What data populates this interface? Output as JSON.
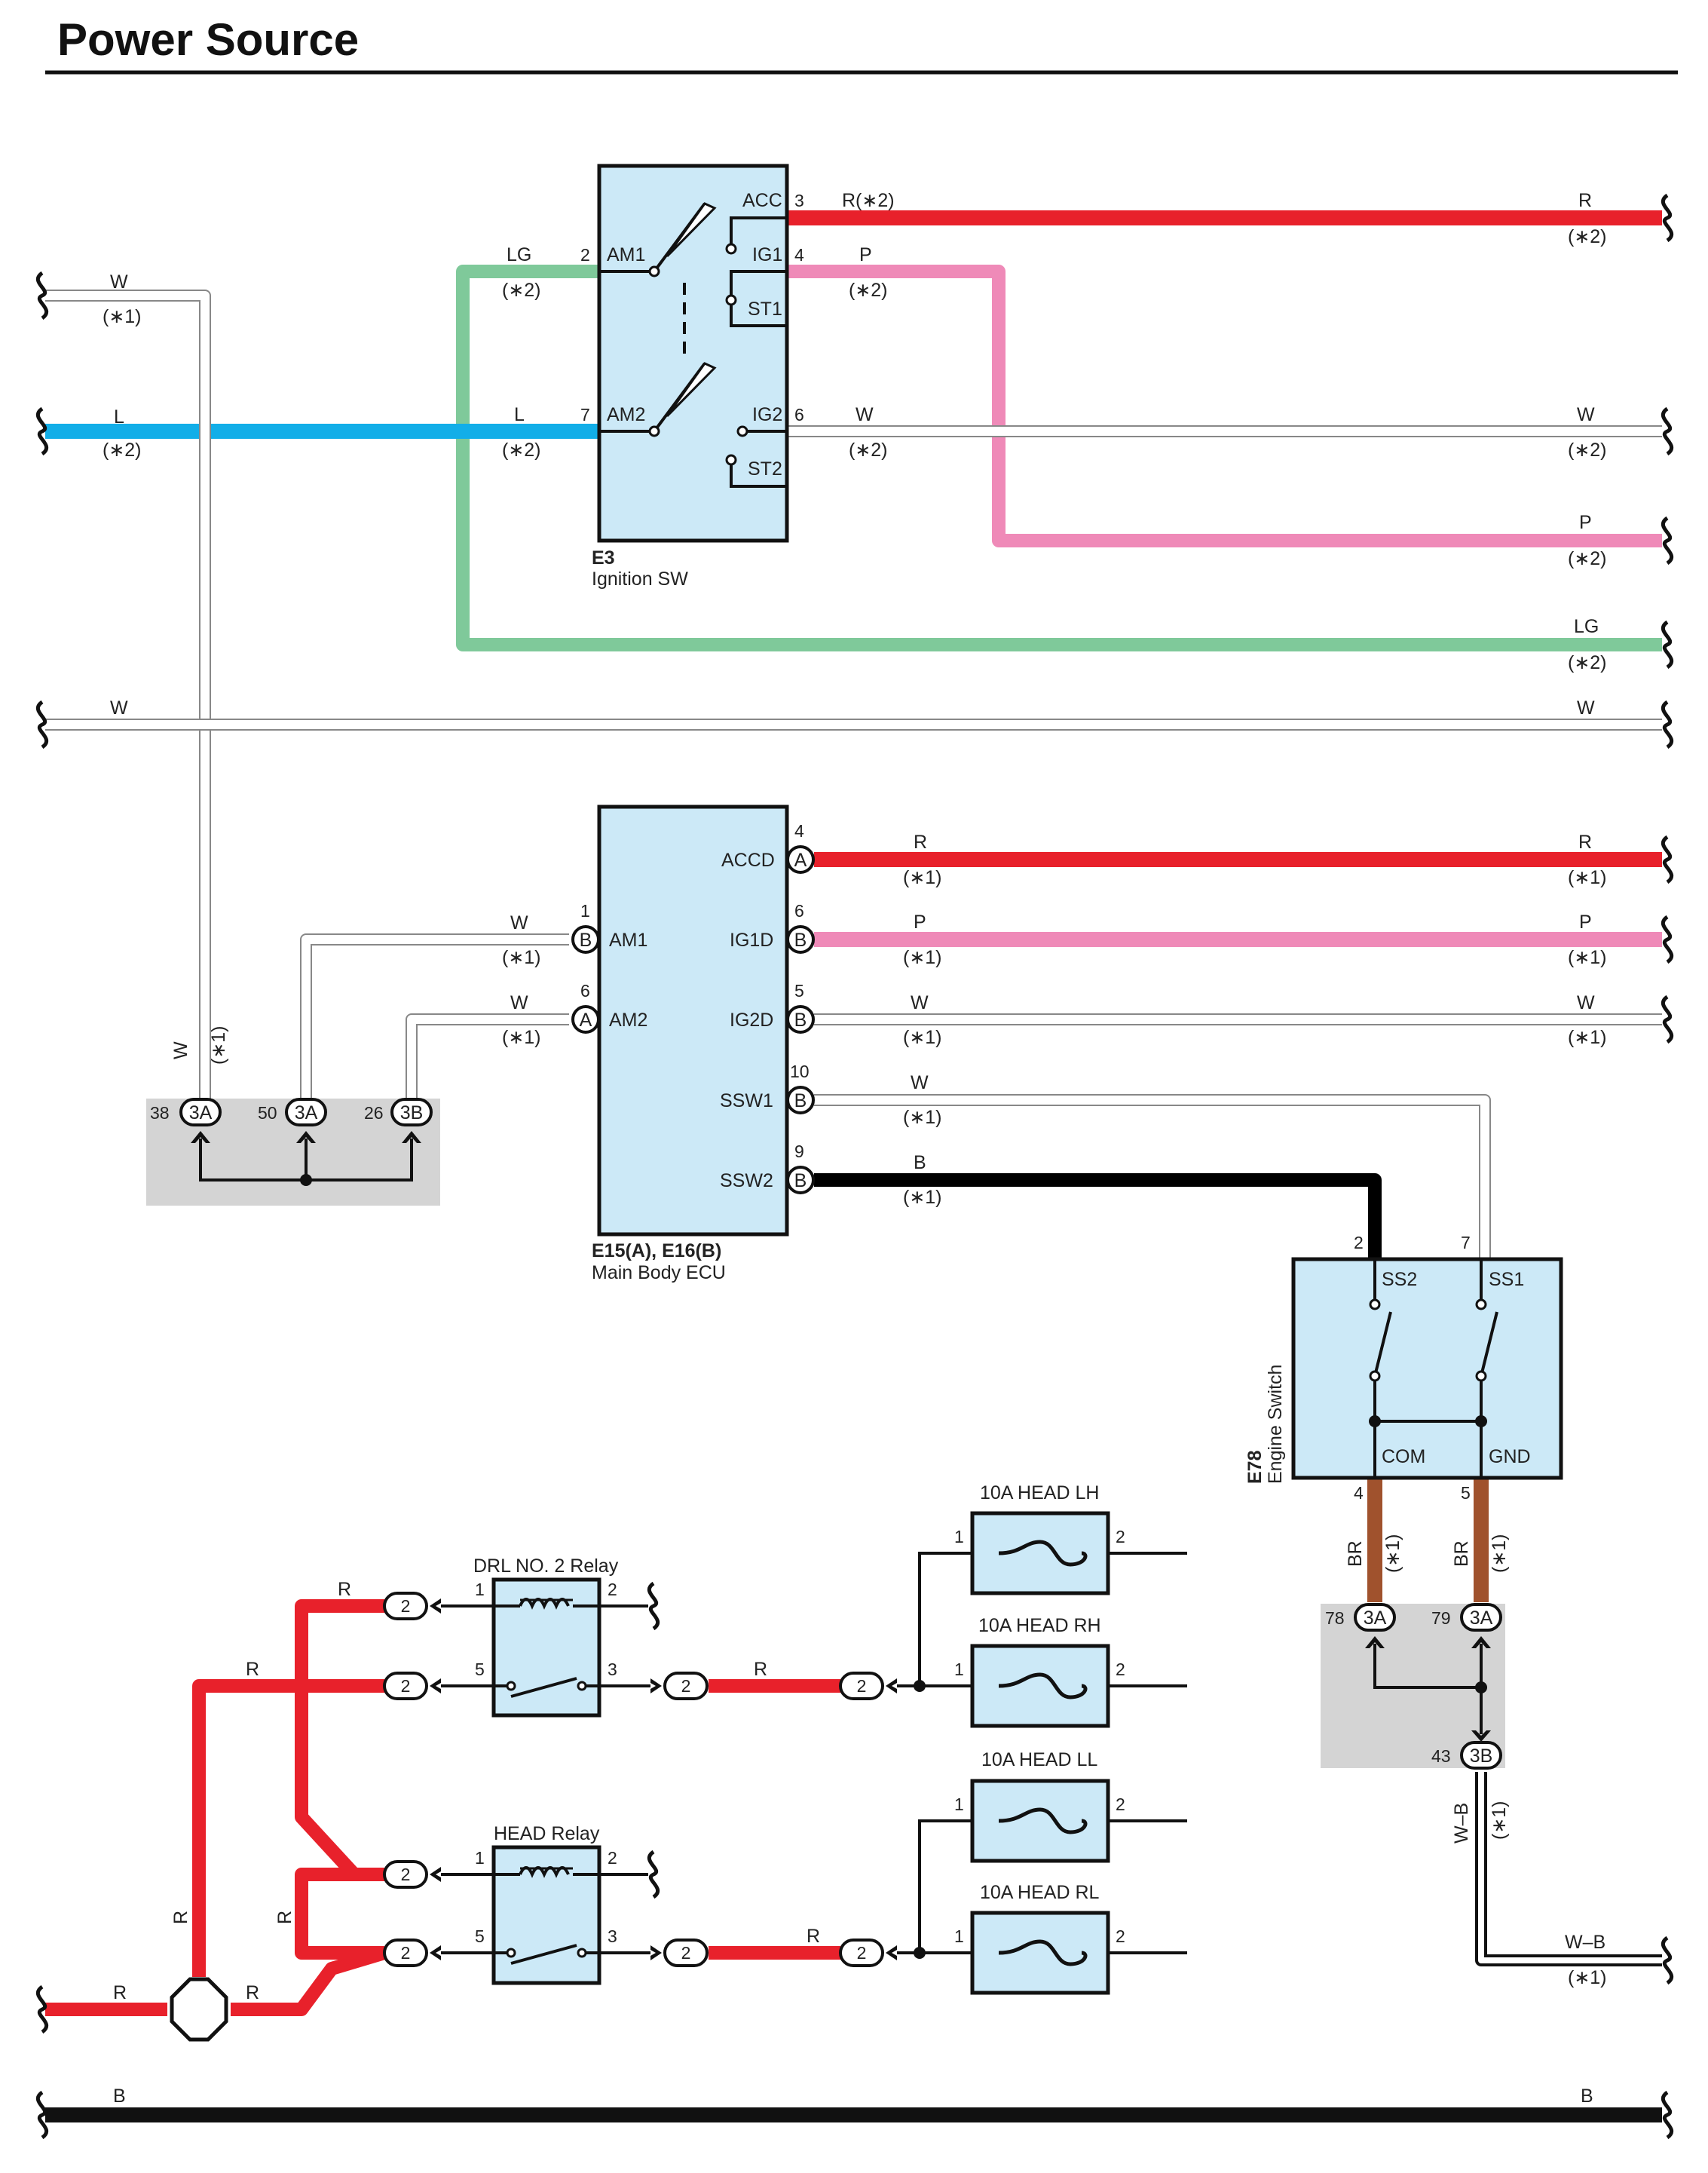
{
  "title": "Power Source",
  "colors": {
    "R": "#e8212b",
    "P": "#ef8ab8",
    "LG": "#7fc99a",
    "L": "#12aee8",
    "BR": "#a0522d",
    "B": "#000000",
    "W": "#ffffff",
    "box_fill": "#cce9f7",
    "shade": "#d4d4d4"
  },
  "ignition_sw": {
    "code": "E3",
    "name": "Ignition SW",
    "terminals": [
      "ACC",
      "AM1",
      "IG1",
      "ST1",
      "AM2",
      "IG2",
      "ST2"
    ],
    "pins": [
      "3",
      "2",
      "4",
      "7",
      "6"
    ]
  },
  "ecu": {
    "code": "E15(A), E16(B)",
    "name": "Main Body ECU",
    "left_terms": [
      "AM1",
      "AM2"
    ],
    "right_terms": [
      "ACCD",
      "IG1D",
      "IG2D",
      "SSW1",
      "SSW2"
    ],
    "pins": [
      "4",
      "6",
      "5",
      "10",
      "9",
      "1",
      "6"
    ],
    "conn_letters": [
      "A",
      "B",
      "B",
      "B",
      "B",
      "B",
      "A"
    ]
  },
  "engine_switch": {
    "code": "E78",
    "name": "Engine Switch",
    "terms": [
      "SS2",
      "SS1",
      "COM",
      "GND"
    ],
    "pins": [
      "2",
      "7",
      "4",
      "5"
    ]
  },
  "splice_left": {
    "pins": [
      "38",
      "50",
      "26"
    ],
    "codes": [
      "3A",
      "3A",
      "3B"
    ]
  },
  "splice_right": {
    "pins": [
      "78",
      "79",
      "43"
    ],
    "codes": [
      "3A",
      "3A",
      "3B"
    ]
  },
  "relays": {
    "drl": {
      "name": "DRL NO. 2 Relay",
      "pins": [
        "1",
        "2",
        "5",
        "3"
      ]
    },
    "head": {
      "name": "HEAD Relay",
      "pins": [
        "1",
        "2",
        "5",
        "3"
      ]
    }
  },
  "fuses": [
    {
      "name": "10A HEAD LH",
      "pins": [
        "1",
        "2"
      ]
    },
    {
      "name": "10A HEAD RH",
      "pins": [
        "1",
        "2"
      ]
    },
    {
      "name": "10A HEAD LL",
      "pins": [
        "1",
        "2"
      ]
    },
    {
      "name": "10A HEAD RL",
      "pins": [
        "1",
        "2"
      ]
    }
  ],
  "conn_code": "2",
  "wires": {
    "w_left_top": "W",
    "n1": "(∗1)",
    "n2": "(∗2)",
    "l_left": "L",
    "lg_top": "LG",
    "l_mid": "L",
    "r2_top": "R(∗2)",
    "p_top": "P",
    "w_ig2": "W",
    "r_right": "R",
    "w_right": "W",
    "p_right": "P",
    "lg_right": "LG",
    "w_long": "W",
    "w_long_r": "W",
    "w_am1": "W",
    "w_am2": "W",
    "w_vert": "W",
    "r_accd": "R",
    "r_accd_r": "R",
    "p_ig1d": "P",
    "p_ig1d_r": "P",
    "w_ig2d": "W",
    "w_ig2d_r": "W",
    "w_ssw1": "W",
    "b_ssw2": "B",
    "br_l": "BR",
    "br_r": "BR",
    "wb_vert": "W–B",
    "wb_right": "W–B",
    "r_a": "R",
    "r_b": "R",
    "r_c": "R",
    "r_d": "R",
    "r_e": "R",
    "r_drl": "R",
    "r_head": "R",
    "r_bot_l": "R",
    "r_bot_r": "R",
    "b_bot": "B",
    "b_bot_r": "B"
  }
}
